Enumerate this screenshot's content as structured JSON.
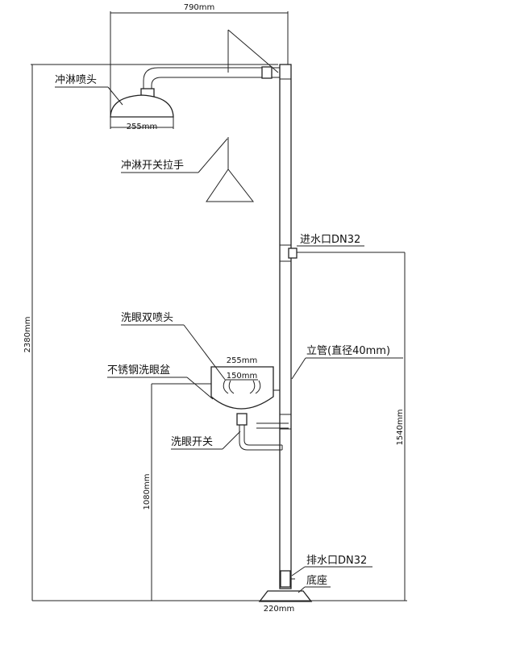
{
  "dimensions": {
    "top_width": "790mm",
    "head_diameter": "255mm",
    "bowl_width": "255mm",
    "nozzle_spacing": "150mm",
    "total_height": "2380mm",
    "inlet_height": "1540mm",
    "bowl_height": "1080mm",
    "base_width": "220mm"
  },
  "labels": {
    "shower_head": "冲淋喷头",
    "shower_pull": "冲淋开关拉手",
    "inlet": "进水口DN32",
    "eyewash_nozzles": "洗眼双喷头",
    "standpipe": "立管(直径40mm)",
    "steel_bowl": "不锈钢洗眼盆",
    "eyewash_switch": "洗眼开关",
    "drain": "排水口DN32",
    "base": "底座"
  }
}
